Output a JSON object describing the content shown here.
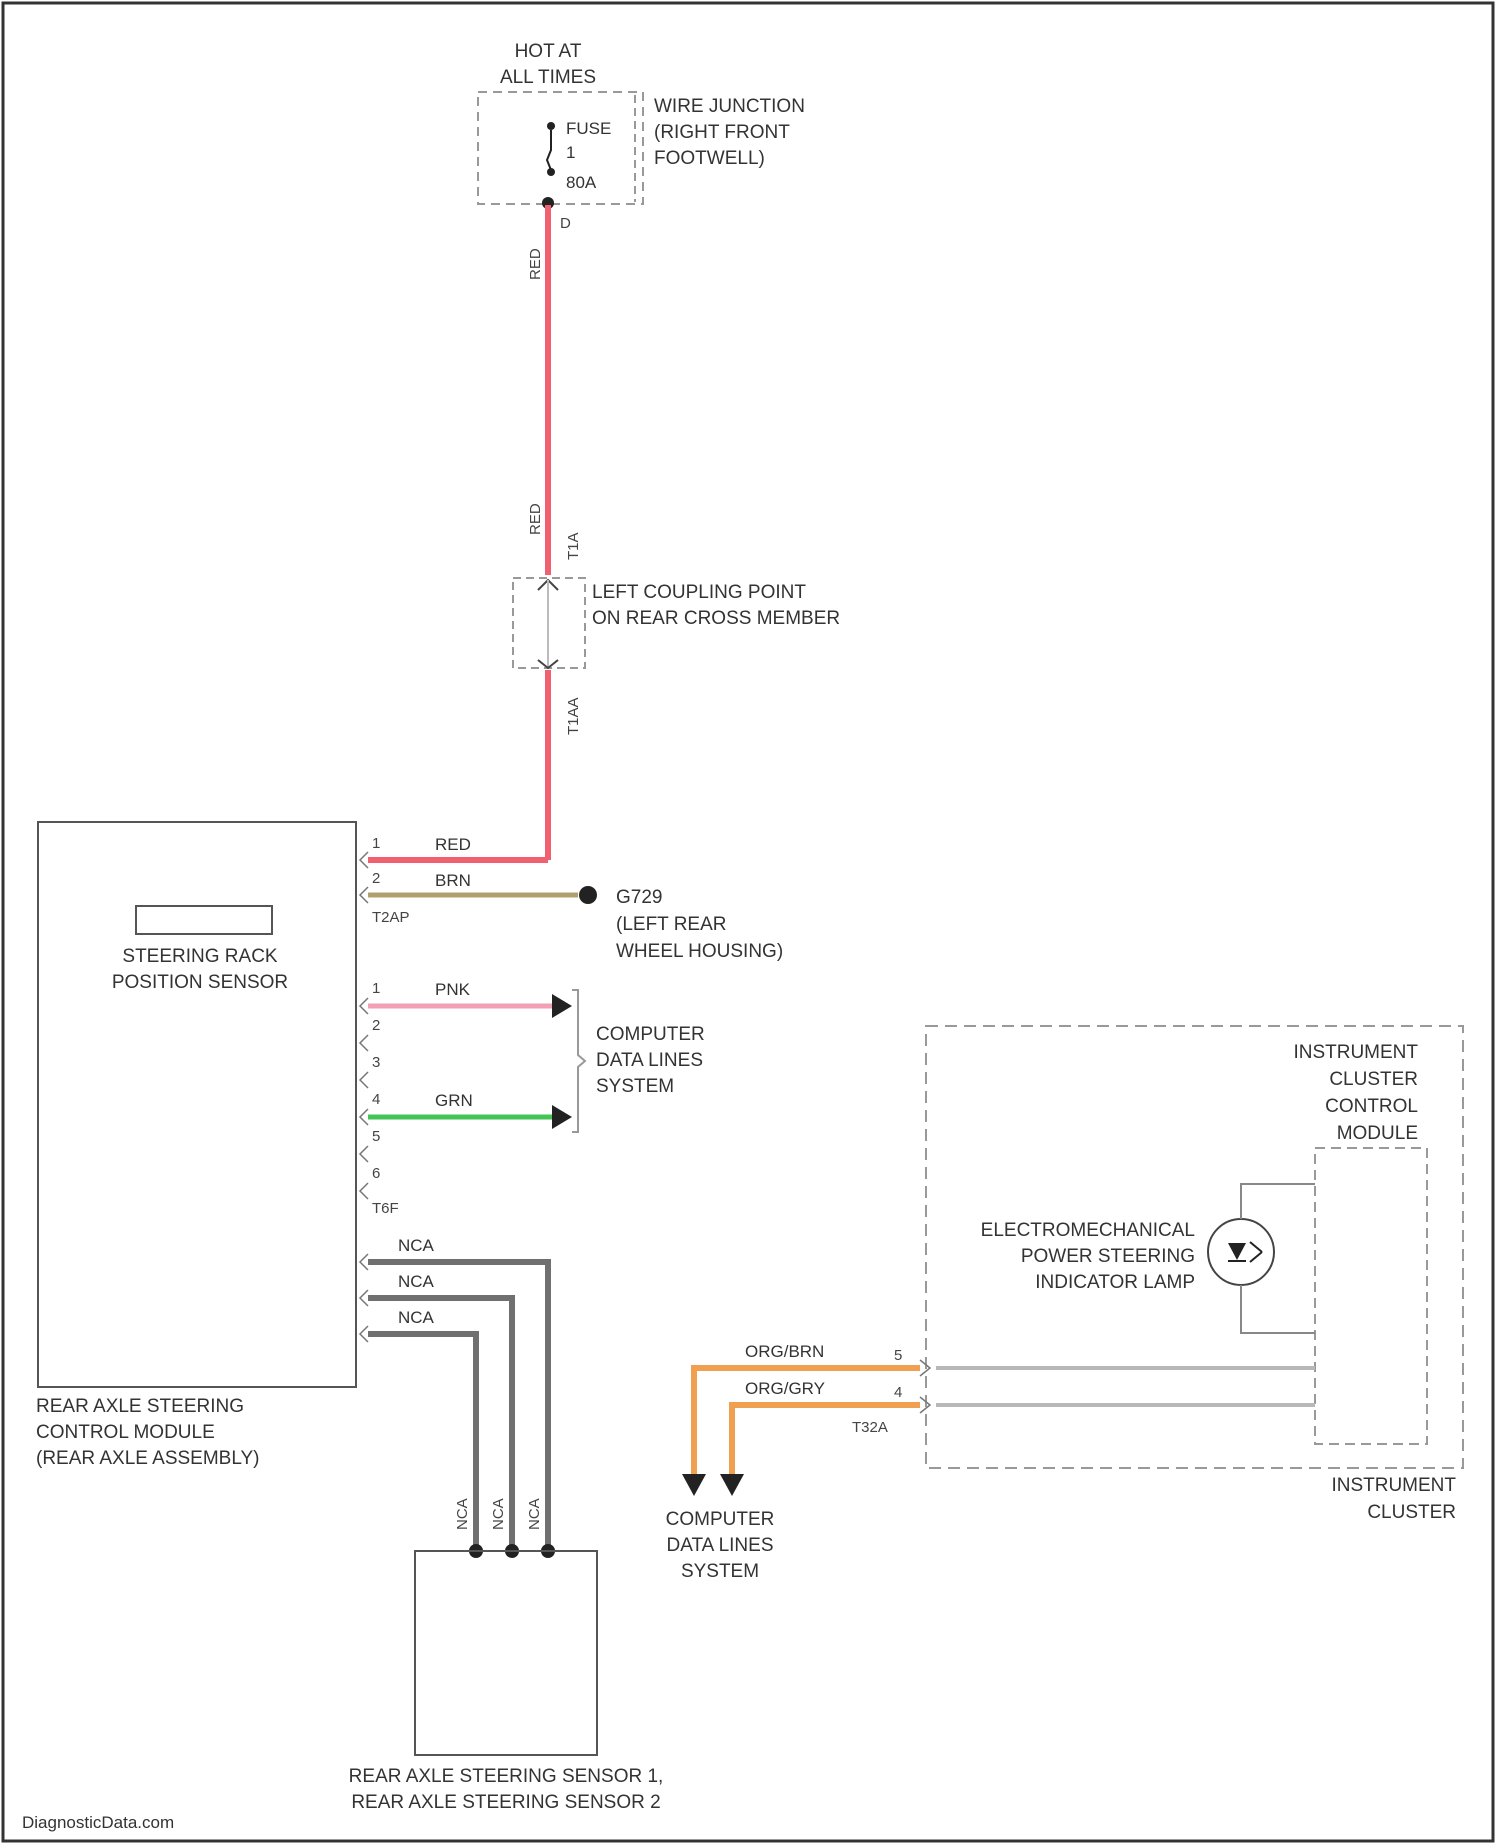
{
  "fuse_block": {
    "hot_line1": "HOT AT",
    "hot_line2": "ALL TIMES",
    "fuse_label": "FUSE",
    "fuse_number": "1",
    "fuse_rating": "80A",
    "junction_line1": "WIRE JUNCTION",
    "junction_line2": "(RIGHT FRONT",
    "junction_line3": "FOOTWELL)",
    "terminal": "D"
  },
  "wires": {
    "red_vertical_1": "RED",
    "red_vertical_2": "RED",
    "red_pin1": "RED",
    "brn_pin2": "BRN",
    "pnk_pin1": "PNK",
    "grn_pin4": "GRN",
    "nca_1": "NCA",
    "nca_2": "NCA",
    "nca_3": "NCA",
    "nca_v1": "NCA",
    "nca_v2": "NCA",
    "nca_v3": "NCA",
    "org_brn": "ORG/BRN",
    "org_gry": "ORG/GRY"
  },
  "coupling": {
    "upper_connector": "T1A",
    "lower_connector": "T1AA",
    "line1": "LEFT COUPLING POINT",
    "line2": "ON REAR CROSS MEMBER"
  },
  "ground": {
    "id": "G729",
    "line1": "(LEFT REAR",
    "line2": "WHEEL HOUSING)"
  },
  "rear_module": {
    "sensor_line1": "STEERING RACK",
    "sensor_line2": "POSITION SENSOR",
    "name_line1": "REAR AXLE STEERING",
    "name_line2": "CONTROL MODULE",
    "name_line3": "(REAR AXLE ASSEMBLY)",
    "conn_t2": "T2AP",
    "conn_t6": "T6F",
    "pins_t2": [
      "1",
      "2"
    ],
    "pins_t6": [
      "1",
      "2",
      "3",
      "4",
      "5",
      "6"
    ]
  },
  "data_lines_1": {
    "line1": "COMPUTER",
    "line2": "DATA LINES",
    "line3": "SYSTEM"
  },
  "data_lines_2": {
    "line1": "COMPUTER",
    "line2": "DATA LINES",
    "line3": "SYSTEM"
  },
  "cluster": {
    "module_line1": "INSTRUMENT",
    "module_line2": "CLUSTER",
    "module_line3": "CONTROL",
    "module_line4": "MODULE",
    "lamp_line1": "ELECTROMECHANICAL",
    "lamp_line2": "POWER STEERING",
    "lamp_line3": "INDICATOR LAMP",
    "pin_5": "5",
    "pin_4": "4",
    "connector": "T32A",
    "name_line1": "INSTRUMENT",
    "name_line2": "CLUSTER"
  },
  "sensors": {
    "line1": "REAR AXLE STEERING SENSOR 1,",
    "line2": "REAR AXLE STEERING SENSOR 2"
  },
  "watermark": "DiagnosticData.com",
  "colors": {
    "red": "#f06070",
    "brown": "#b0a070",
    "pink": "#f2a0b4",
    "green": "#44c455",
    "orange": "#f0a050",
    "gray": "#707070",
    "light_gray": "#b8b8b8"
  }
}
